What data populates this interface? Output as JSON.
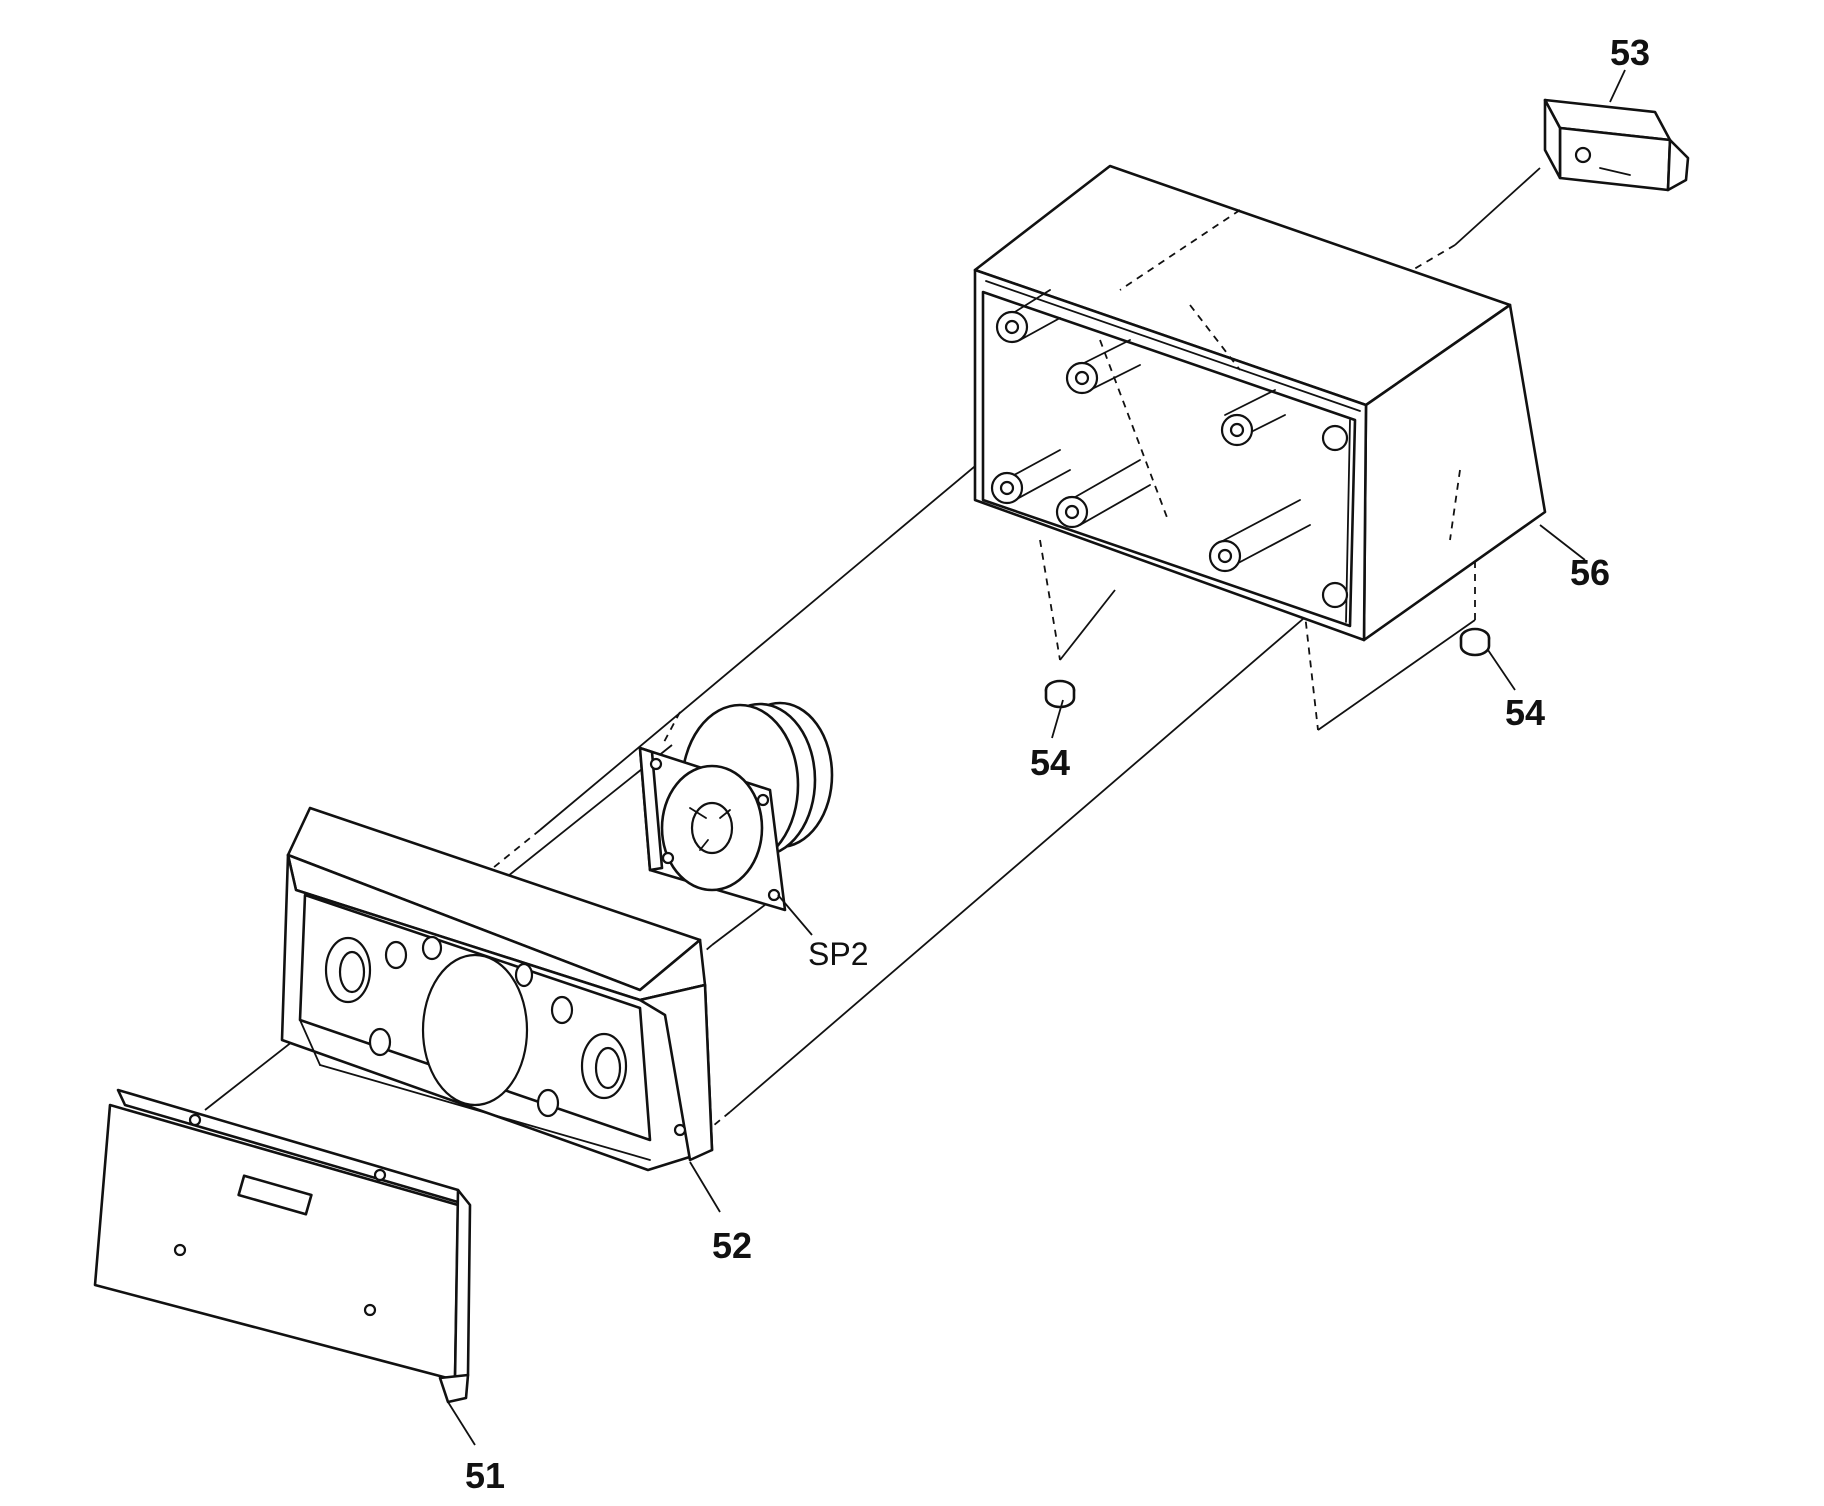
{
  "labels": {
    "p51": "51",
    "p52": "52",
    "p53": "53",
    "p54a": "54",
    "p54b": "54",
    "p56": "56",
    "sp2": "SP2"
  },
  "colors": {
    "ink": "#111111",
    "paper": "#ffffff"
  }
}
